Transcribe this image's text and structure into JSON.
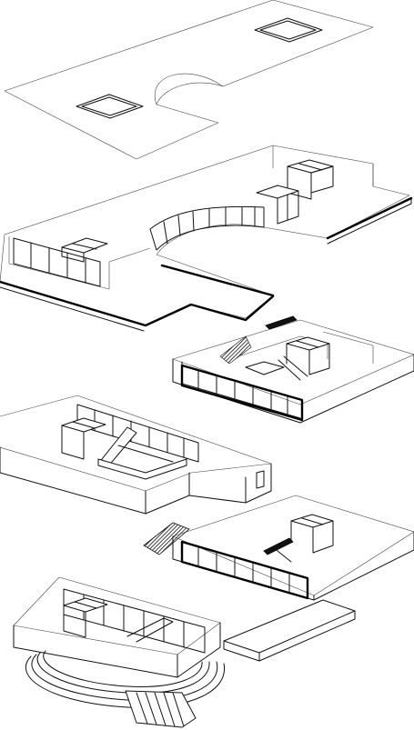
{
  "diagram": {
    "kind": "exploded-axonometric",
    "layers": [
      {
        "id": "roof"
      },
      {
        "id": "upper-level"
      },
      {
        "id": "level-2"
      },
      {
        "id": "level-3"
      },
      {
        "id": "level-4"
      },
      {
        "id": "ground-level"
      }
    ],
    "colors": {
      "line": "#111111",
      "background": "#ffffff",
      "hatch": "#111111"
    }
  }
}
